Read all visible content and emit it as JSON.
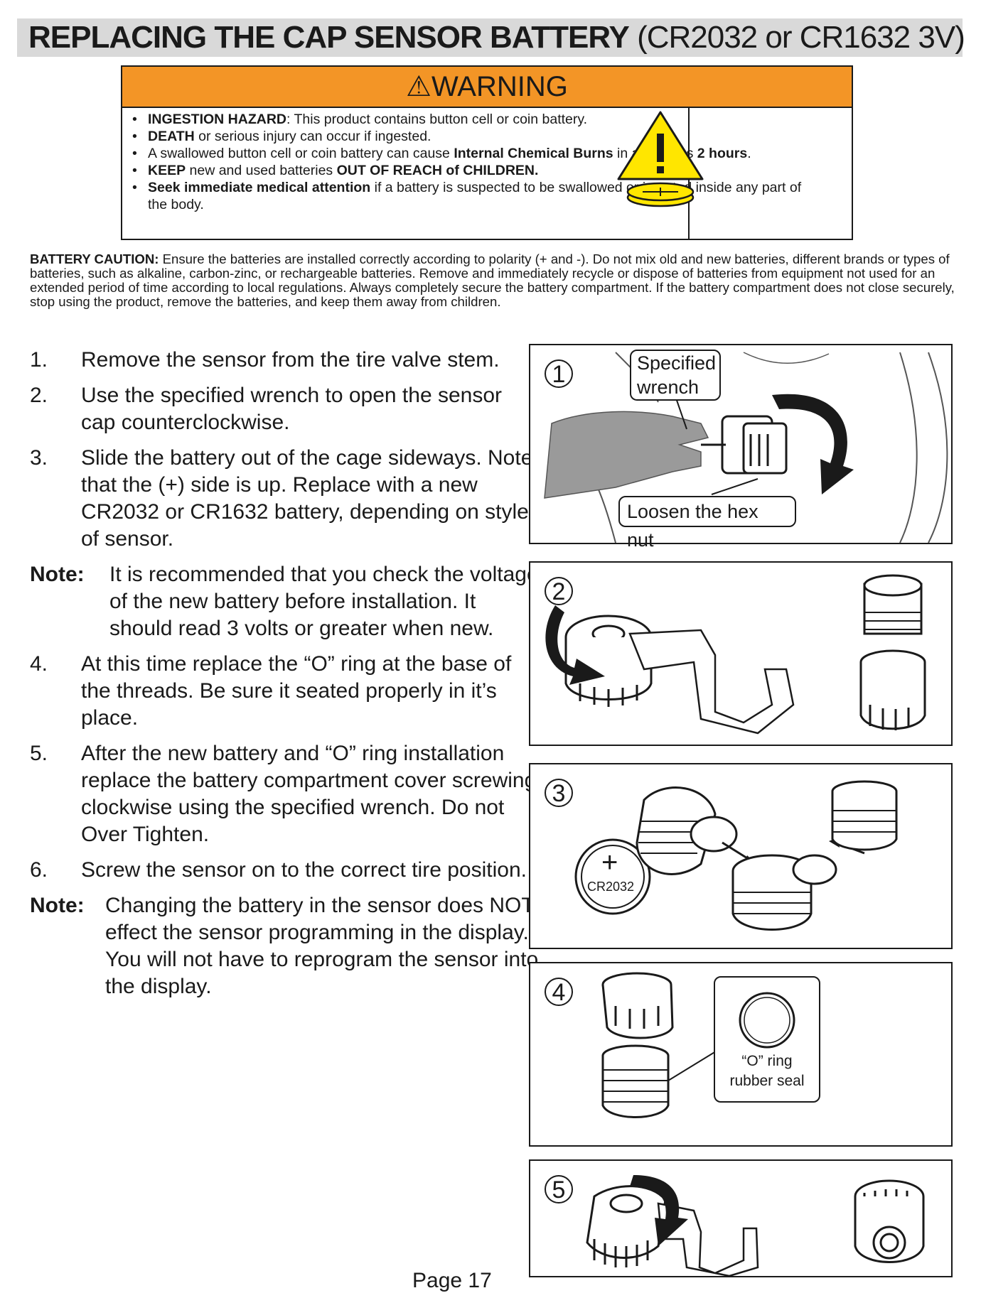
{
  "title": {
    "bold": "REPLACING THE CAP SENSOR BATTERY",
    "normal": "(CR2032 or CR1632 3V)"
  },
  "warning": {
    "heading": "⚠WARNING",
    "items": [
      [
        {
          "b": "INGESTION HAZARD"
        },
        {
          "t": ": This product contains button cell or coin battery."
        }
      ],
      [
        {
          "b": "DEATH"
        },
        {
          "t": " or serious injury can occur if ingested."
        }
      ],
      [
        {
          "t": "A swallowed button cell or coin battery can cause "
        },
        {
          "b": "Internal Chemical Burns"
        },
        {
          "t": " in as little as "
        },
        {
          "b": "2 hours"
        },
        {
          "t": "."
        }
      ],
      [
        {
          "b": "KEEP"
        },
        {
          "t": " new and used batteries "
        },
        {
          "b": "OUT OF REACH of CHILDREN."
        }
      ],
      [
        {
          "b": "Seek immediate medical attention"
        },
        {
          "t": " if a battery is suspected to be swallowed or inserted inside any part of the body."
        }
      ]
    ]
  },
  "caution": {
    "label": "BATTERY CAUTION:",
    "text": " Ensure the batteries are installed correctly according to polarity (+ and -). Do not mix old and new batteries, different brands or types of batteries, such as alkaline, carbon-zinc, or rechargeable batteries. Remove and immediately recycle or dispose of batteries from equipment not used for an extended period of time according to local regulations. Always completely secure the battery compartment. If the battery compartment does not close securely, stop using the product, remove the batteries, and keep them away from children."
  },
  "steps": [
    {
      "num": "1.",
      "text": "Remove the sensor from the tire valve stem."
    },
    {
      "num": "2.",
      "text": "Use the specified wrench to open the sensor cap counterclockwise."
    },
    {
      "num": "3.",
      "text": "Slide the battery out of the cage sideways. Note that the (+) side is up. Replace with a new CR2032 or CR1632 battery, depending on style of sensor."
    }
  ],
  "note1": {
    "label": "Note:",
    "text": "It is recommended that you check the voltage of the new battery before installation. It should read 3 volts or greater when new."
  },
  "steps2": [
    {
      "num": "4.",
      "text": "At this time replace the “O” ring at the base of the threads. Be sure it seated properly in it’s place."
    },
    {
      "num": "5.",
      "text": "After the new battery and “O” ring installation replace the battery compartment cover screwing clockwise using the specified wrench. Do not Over Tighten."
    },
    {
      "num": "6.",
      "text": "Screw the sensor on to the correct tire position."
    }
  ],
  "note2": {
    "label": "Note:",
    "text": "Changing the battery in the sensor does NOT effect the sensor programming in the display. You will not have to reprogram the sensor into the display."
  },
  "figures": {
    "p1": {
      "num": "1",
      "callout_top_line1": "Specified",
      "callout_top_line2": "wrench",
      "callout_bottom": "Loosen the hex nut"
    },
    "p2": {
      "num": "2"
    },
    "p3": {
      "num": "3",
      "battery_plus": "+",
      "battery_label": "CR2032"
    },
    "p4": {
      "num": "4",
      "callout_line1": "“O” ring",
      "callout_line2": "rubber seal"
    },
    "p5": {
      "num": "5"
    }
  },
  "page": "Page 17",
  "colors": {
    "warning_orange": "#f39526",
    "title_gray": "#d9d9d9",
    "hazard_yellow": "#ffe600"
  }
}
